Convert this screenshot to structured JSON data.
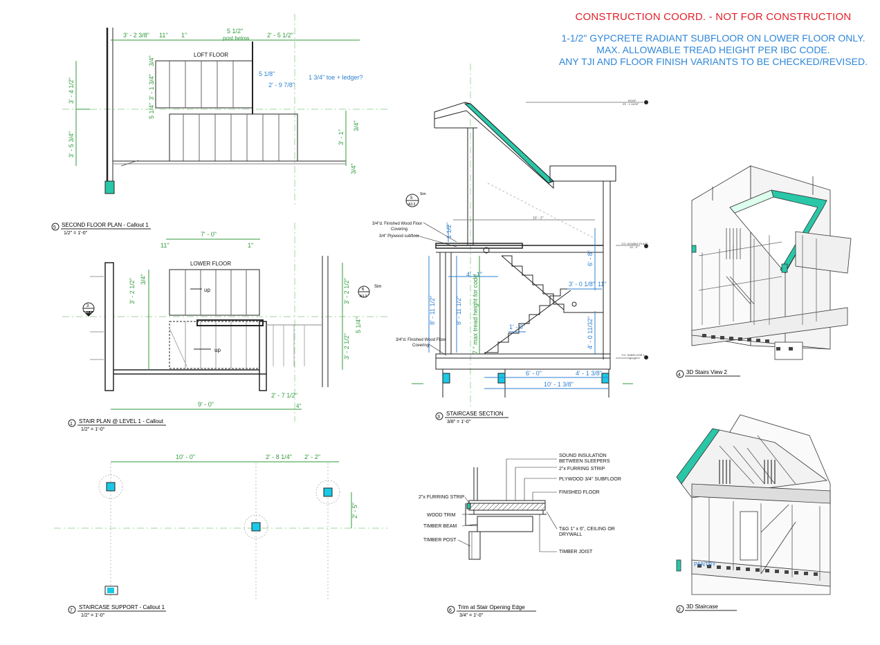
{
  "notes": {
    "red": "CONSTRUCTION COORD.  - NOT FOR CONSTRUCTION",
    "blue1": "1-1/2\" GYPCRETE RADIANT SUBFLOOR ON LOWER FLOOR ONLY.",
    "blue2": "MAX. ALLOWABLE TREAD HEIGHT PER IBC CODE.",
    "blue3": "ANY TJI AND FLOOR FINISH VARIANTS TO BE CHECKED/REVISED."
  },
  "colors": {
    "dim": "#2f9a3a",
    "blue": "#2e7fd0",
    "teal": "#29c7a8",
    "cyan": "#19c9e6",
    "red": "#e0202a"
  },
  "loft": {
    "label": "LOFT FLOOR",
    "dims": {
      "d1": "3' - 2 3/8\"",
      "d2": "11\"",
      "d3": "1\"",
      "d4a": "5 1/2\"",
      "d4b": "post below",
      "d5": "2' - 5 1/2\"",
      "v1": "3' - 4 1/2\"",
      "v2": "3' - 5 3/4\"",
      "v3": "3/4\"",
      "v4": "3' - 1 3/4\"",
      "v5": "5 1/4\"",
      "v6": "5 1/8\"",
      "v7": "2' - 9 7/8\"",
      "v8": "1 3/4\" toe + ledger?",
      "v9": "3' - 1\"",
      "v10": "3/4\"",
      "v11": "3/4\""
    }
  },
  "view5": {
    "num": "5",
    "title": "SECOND FLOOR PLAN - Callout 1",
    "scale": "1/2\" = 1'-0\""
  },
  "lower": {
    "label": "LOWER FLOOR",
    "up1": "up",
    "up2": "up",
    "dims": {
      "top": "7' - 0\"",
      "d11": "11\"",
      "d1": "1\"",
      "l1": "3' - 2 1/2\"",
      "l2": "3/4\"",
      "r1": "3' - 2 1/2\"",
      "r2": "3' - 2 1/2\"",
      "r3": "5 1/4\"",
      "b1": "2' - 7 1/2\"",
      "b2": "4\"",
      "bottom": "9' - 0\""
    },
    "tag3a": "3",
    "tag3b": "A3.3",
    "tag6a": "6",
    "tag6b": "A3.3",
    "sim": "Sim"
  },
  "view1": {
    "num": "1",
    "title": "STAIR PLAN @ LEVEL 1 - Callout",
    "scale": "1/2\" = 1'-0\""
  },
  "support": {
    "d1": "10' - 0\"",
    "d2": "2' - 8 1/4\"",
    "d3": "2' - 2\"",
    "v1": "2' - 5\""
  },
  "view7": {
    "num": "7",
    "title": "STAIRCASE SUPPORT - Callout 1",
    "scale": "1/2\" = 1'-0\""
  },
  "section": {
    "callout1": "3/4\"d. Finished Wood Floor",
    "callout1b": "Covering",
    "callout2": "3/4\" Plywood subfloor",
    "callout3": "3/4\"d. Finished Wood Floor",
    "callout3b": "Covering",
    "tag5": "5",
    "tag5b": "A3.3",
    "sim": "Sim",
    "d_top": "10' - 2\"",
    "d_onehalf": "1 1/2\"",
    "d_41": "4' - 1\"",
    "d_812": "8' - 11 1/2\"",
    "d_812b": "8' - 11 1/2\"",
    "d_code": "7 \" max tread height for code",
    "d_3018": "3' - 0 1/8\"",
    "d_11": "11\"",
    "d_68": "6' - 8\"",
    "d_10": "1' - 0\"",
    "d_4011": "4' - 0 11/32\"",
    "d_60": "6' - 0\"",
    "d_41_38": "4' - 1 3/8\"",
    "d_1013": "10' - 1 3/8\"",
    "lvl_roof": "ROOF",
    "lvl_roof_v": "23' - 1 11/32\"",
    "lvl_dp": "T.O. DOUBLE PLATE",
    "lvl_dp_v": "13' - 0\"",
    "lvl_sub": "T.O. SUBFLOOR 1",
    "lvl_sub_v": "0' - 0\""
  },
  "view3": {
    "num": "3",
    "title": "STAIRCASE SECTION",
    "scale": "3/8\" = 1'-0\""
  },
  "trim": {
    "l1": "SOUND INSULATION",
    "l1b": "BETWEEN SLEEPERS",
    "l2": "2\"x FURRING STRIP",
    "l3": "PLYWOOD 3/4\" SUBFLOOR",
    "l4": "FINISHED FLOOR",
    "l5": "2\"x FURRING STRIP",
    "l6": "WOOD TRIM",
    "l7": "TIMBER BEAM",
    "l8": "TIMBER POST",
    "l9": "T&G 1\" x 6\", CEILING OR",
    "l9b": "DRYWALL",
    "l10": "TIMBER JOIST"
  },
  "view6": {
    "num": "6",
    "title": "Trim at Stair Opening Edge",
    "scale": "3/4\" = 1'-0\""
  },
  "view4": {
    "num": "4",
    "title": "3D Stairs View 2"
  },
  "view2": {
    "num": "2",
    "title": "3D Staircase",
    "pantry": "PANTRY"
  }
}
